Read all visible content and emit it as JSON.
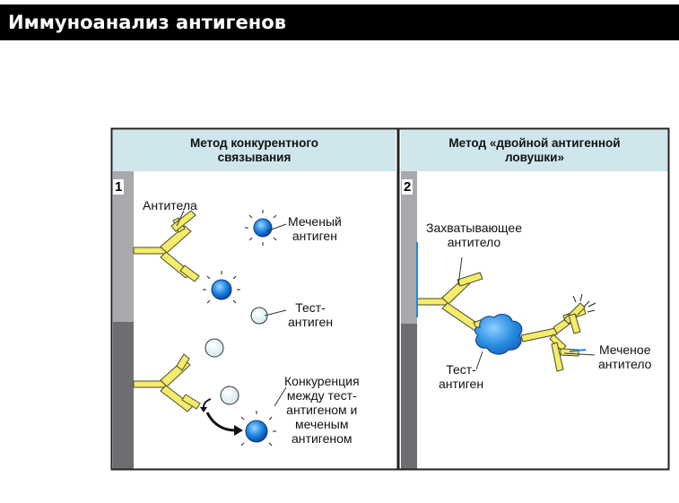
{
  "page": {
    "title": "Иммуноанализ антигенов"
  },
  "panel_left": {
    "number": "1",
    "header_line1": "Метод конкурентного",
    "header_line2": "связывания",
    "label_antibodies": "Антитела",
    "label_labeled_antigen_1": "Меченый",
    "label_labeled_antigen_2": "антиген",
    "label_test_antigen_1": "Тест-",
    "label_test_antigen_2": "антиген",
    "label_competition_1": "Конкуренция",
    "label_competition_2": "между тест-",
    "label_competition_3": "антигеном и",
    "label_competition_4": "меченым",
    "label_competition_5": "антигеном"
  },
  "panel_right": {
    "number": "2",
    "header_line1": "Метод «двойной антигенной",
    "header_line2": "ловушки»",
    "label_capture_1": "Захватывающее",
    "label_capture_2": "антитело",
    "label_test_antigen_1": "Тест-",
    "label_test_antigen_2": "антиген",
    "label_labeled_antibody_1": "Меченое",
    "label_labeled_antibody_2": "антитело"
  },
  "colors": {
    "antibody": "#f4ec6a",
    "labeled_antigen": "#1e88e5",
    "test_antigen": "#e8f4f8",
    "header_bg": "#cfe6ec",
    "rail_light": "#a7a9ac",
    "rail_dark": "#6c6e71"
  }
}
